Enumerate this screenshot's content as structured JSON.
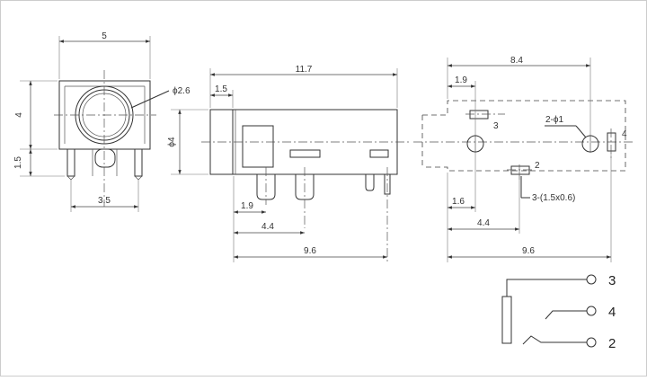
{
  "front_view": {
    "width_dim": "5",
    "height_dim": "4",
    "pin_height_dim": "1.5",
    "pin_spacing_dim": "3.5",
    "hole_dim": "ϕ2.6"
  },
  "side_view": {
    "length_dim": "11.7",
    "flange_dim": "1.5",
    "diameter_dim": "ϕ4",
    "pin1_dim": "1.9",
    "pin2_dim": "4.4",
    "pin3_dim": "9.6"
  },
  "footprint": {
    "width_dim": "8.4",
    "pin_x_dim": "1.9",
    "pin3_label": "3",
    "hole_label": "2-ϕ1",
    "pin4_label": "4",
    "pin2_label": "2",
    "slot_label": "3-(1.5x0.6)",
    "left_dim": "1.6",
    "mid_dim": "4.4",
    "total_dim": "9.6"
  },
  "schematic": {
    "pins": [
      "3",
      "4",
      "2"
    ]
  }
}
